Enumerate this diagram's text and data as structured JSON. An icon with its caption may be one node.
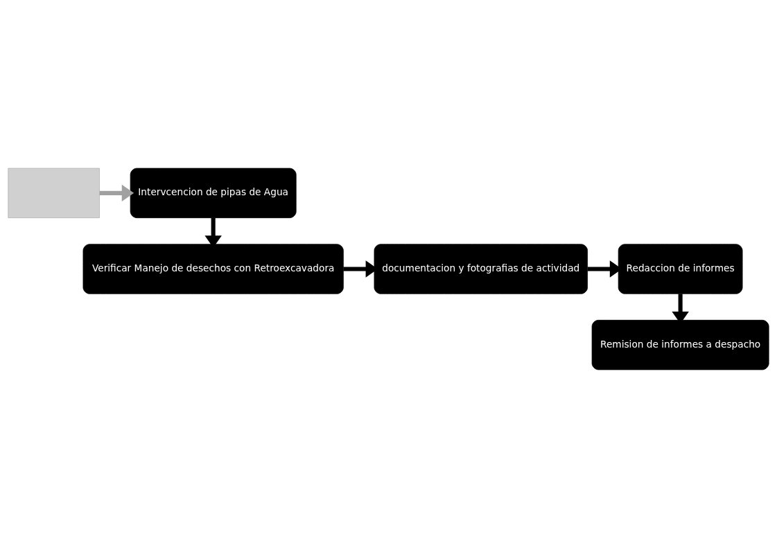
{
  "diagram": {
    "nodes": [
      {
        "text": [],
        "shape": "box"
      },
      {
        "text": [
          "Intervcencion de pipas de Agua"
        ]
      },
      {
        "text": [
          "Verificar Manejo de desechos con Retroexcavadora"
        ]
      },
      {
        "text": [
          "documentacion y fotografias de actividad"
        ]
      },
      {
        "text": [
          "Redaccion de informes"
        ]
      },
      {
        "text": [
          "Remision de informes a despacho"
        ]
      }
    ],
    "edges": [
      {
        "from": 0,
        "to": 1,
        "arrow": "to",
        "color": "#a0a0a0"
      },
      {
        "from": 1,
        "to": 2,
        "arrow": "to"
      },
      {
        "from": 2,
        "to": 3,
        "arrow": "to"
      },
      {
        "from": 3,
        "to": 4,
        "arrow": "to"
      },
      {
        "from": 4,
        "to": 5,
        "arrow": "to"
      }
    ]
  }
}
